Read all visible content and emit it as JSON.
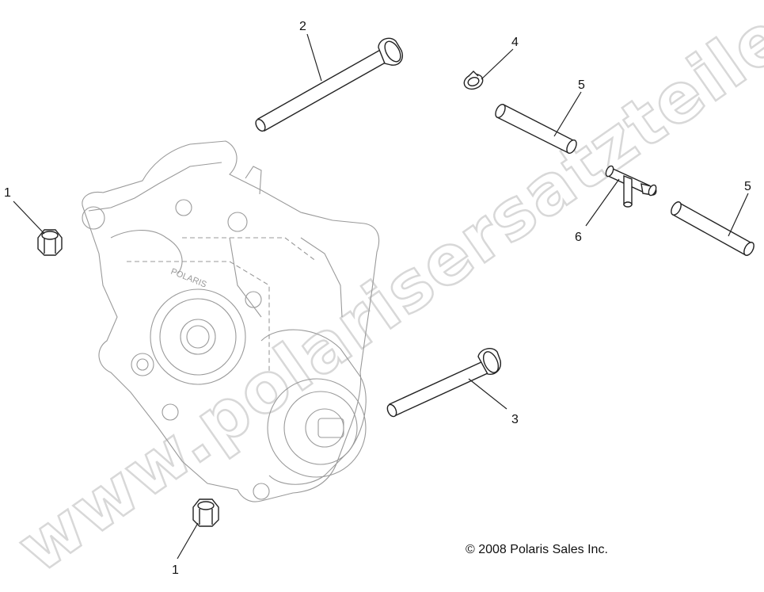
{
  "callouts": {
    "nut_top": "1",
    "nut_bottom": "1",
    "bolt_long": "2",
    "bolt_lower": "3",
    "clamp": "4",
    "hose_a": "5",
    "hose_b": "5",
    "tee_fitting": "6"
  },
  "housing_brand_text": "POLARIS",
  "copyright": "© 2008 Polaris Sales Inc.",
  "watermark": "www.polarisersatzteile.de"
}
